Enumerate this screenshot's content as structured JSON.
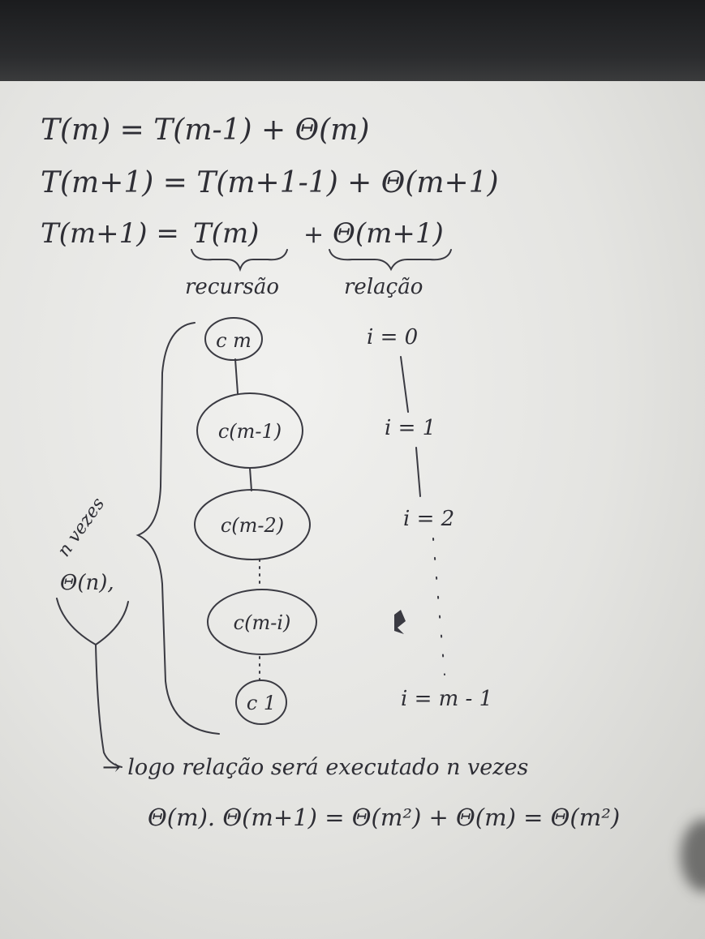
{
  "equations": {
    "line1": "T(m) = T(m-1) + Θ(m)",
    "line2": "T(m+1) = T(m+1-1) + Θ(m+1)",
    "line3_left": "T(m+1) =",
    "line3_recursion": "T(m)",
    "line3_plus": "+",
    "line3_relation": "Θ(m+1)"
  },
  "annotations": {
    "recursion_label": "recursão",
    "relation_label": "relação",
    "n_times": "n vezes",
    "theta_n": "Θ(n),"
  },
  "recursion_tree": {
    "nodes": [
      "c m",
      "c(m-1)",
      "c(m-2)",
      "c(m-i)",
      "c 1"
    ],
    "levels": [
      "i = 0",
      "i = 1",
      "i = 2",
      "i = m - 1"
    ]
  },
  "conclusion": {
    "text": "→ logo relação será executado n vezes",
    "formula": "Θ(m). Θ(m+1) = Θ(m²) + Θ(m) = Θ(m²)"
  }
}
